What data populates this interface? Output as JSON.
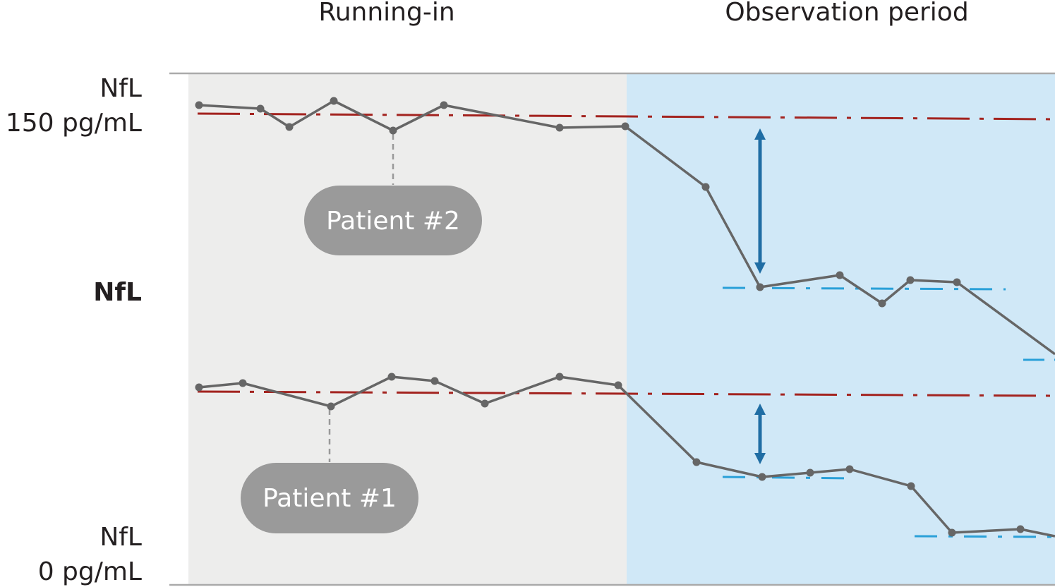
{
  "headers": {
    "running_in": "Running-in",
    "observation": "Observation period"
  },
  "y_labels": {
    "top_line1": "NfL",
    "top_line2": "150 pg/mL",
    "middle": "NfL",
    "bottom_line1": "NfL",
    "bottom_line2": "0 pg/mL"
  },
  "patients": [
    {
      "label": "Patient #2"
    },
    {
      "label": "Patient #1"
    }
  ],
  "colors": {
    "running_bg": "#ededec",
    "observation_bg": "#d0e8f7",
    "trace": "#666666",
    "baseline": "#a3231f",
    "new_level": "#2aa0d8",
    "arrow": "#1f6da4",
    "pill": "#9a9a9a",
    "axis": "#aaaaaa"
  }
}
